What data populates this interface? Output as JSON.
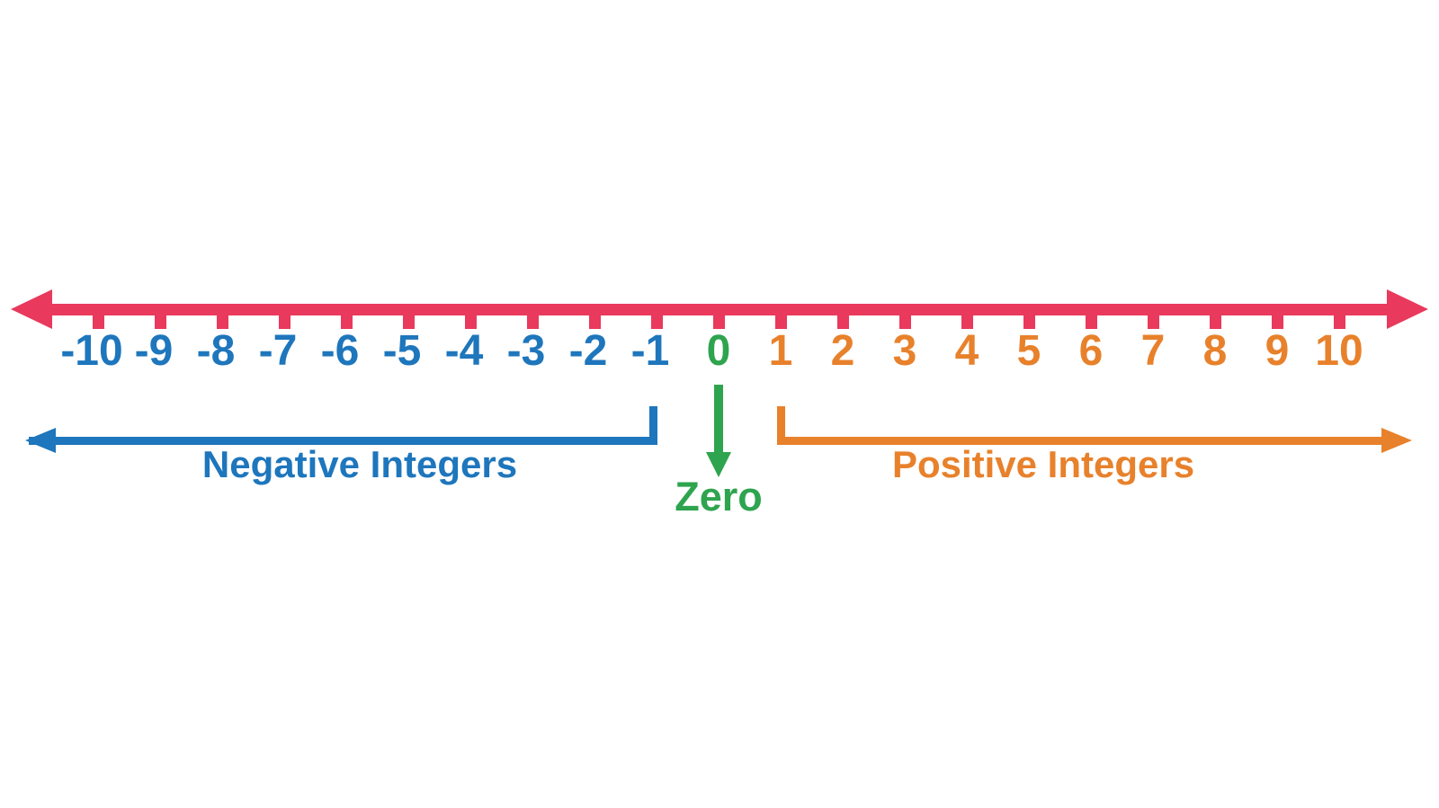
{
  "colors": {
    "axis_red": "#E9395C",
    "negative_blue": "#1E76BC",
    "zero_green": "#2EA44E",
    "positive_orange": "#E8812B",
    "background": "#FFFFFF"
  },
  "numberline": {
    "ticks": [
      {
        "label": "-10",
        "group": "negative"
      },
      {
        "label": "-9",
        "group": "negative"
      },
      {
        "label": "-8",
        "group": "negative"
      },
      {
        "label": "-7",
        "group": "negative"
      },
      {
        "label": "-6",
        "group": "negative"
      },
      {
        "label": "-5",
        "group": "negative"
      },
      {
        "label": "-4",
        "group": "negative"
      },
      {
        "label": "-3",
        "group": "negative"
      },
      {
        "label": "-2",
        "group": "negative"
      },
      {
        "label": "-1",
        "group": "negative"
      },
      {
        "label": "0",
        "group": "zero"
      },
      {
        "label": "1",
        "group": "positive"
      },
      {
        "label": "2",
        "group": "positive"
      },
      {
        "label": "3",
        "group": "positive"
      },
      {
        "label": "4",
        "group": "positive"
      },
      {
        "label": "5",
        "group": "positive"
      },
      {
        "label": "6",
        "group": "positive"
      },
      {
        "label": "7",
        "group": "positive"
      },
      {
        "label": "8",
        "group": "positive"
      },
      {
        "label": "9",
        "group": "positive"
      },
      {
        "label": "10",
        "group": "positive"
      }
    ]
  },
  "annotations": {
    "negative_label": "Negative Integers",
    "zero_label": "Zero",
    "positive_label": "Positive Integers"
  }
}
